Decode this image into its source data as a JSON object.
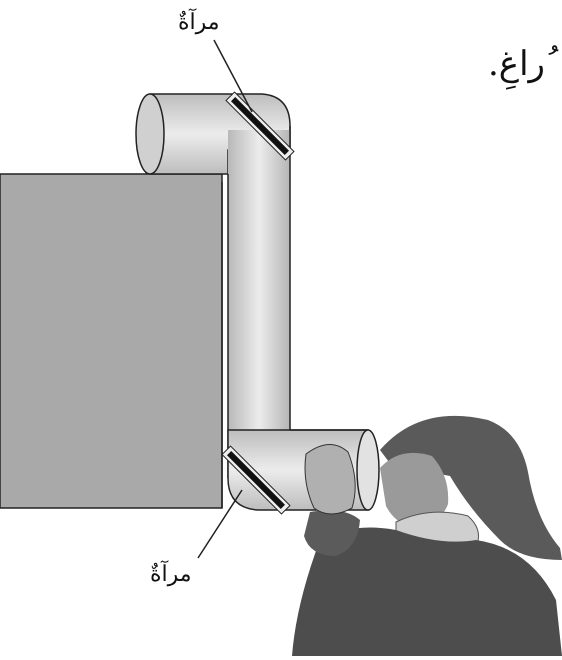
{
  "labels": {
    "mirror_top": "مرآةٌ",
    "mirror_bottom": "مرآةٌ"
  },
  "caption_fragment": "ُراغِ.",
  "colors": {
    "tube_light": "#e6e6e6",
    "tube_mid": "#bdbdbd",
    "wall": "#a9a9a9",
    "mirror": "#111111",
    "person": "#5a5a5a"
  }
}
